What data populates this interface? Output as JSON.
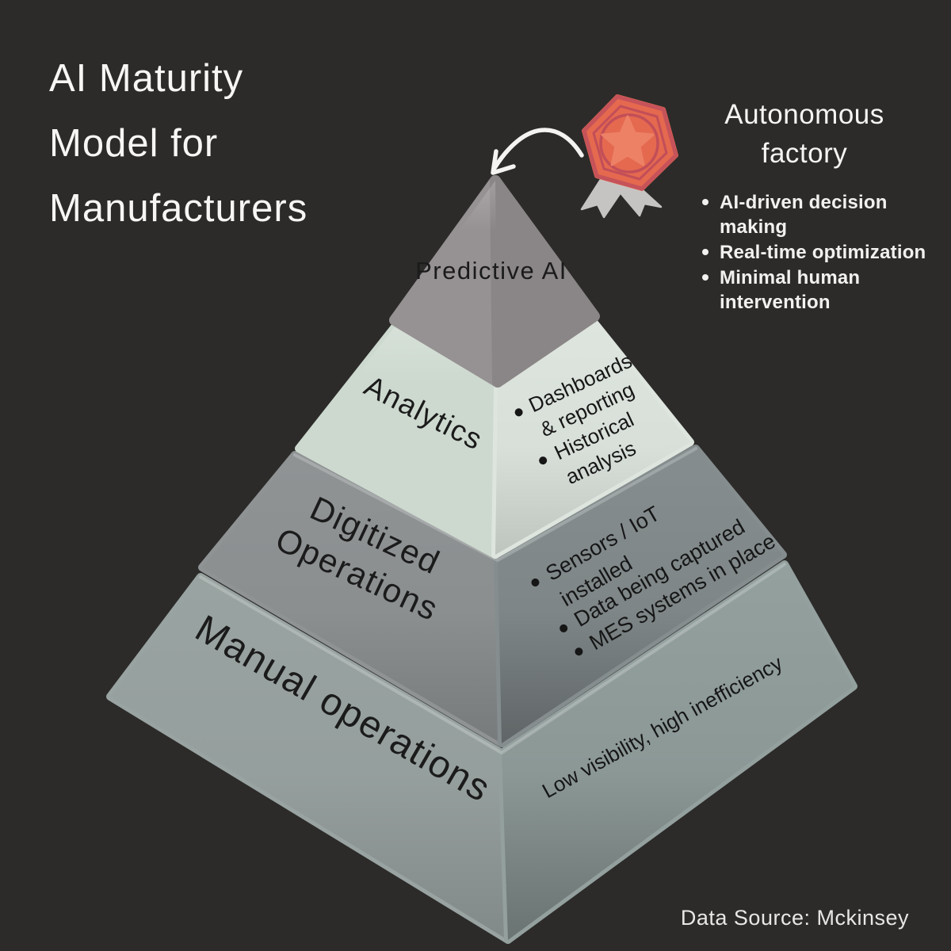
{
  "title": {
    "lines": [
      "AI Maturity",
      "Model for",
      "Manufacturers"
    ]
  },
  "callout": {
    "heading_lines": [
      "Autonomous",
      "factory"
    ],
    "bullets": [
      {
        "lines": [
          "AI-driven decision",
          "making"
        ]
      },
      {
        "lines": [
          "Real-time optimization"
        ]
      },
      {
        "lines": [
          "Minimal human",
          "intervention"
        ]
      }
    ]
  },
  "badge": {
    "name": "award-medal-icon",
    "body_color": "#e4694f",
    "plateau_color": "#ea7258",
    "edge_color": "#b9475a",
    "rim_color": "#c14f5c",
    "star_color": "#ed8166",
    "ribbon_color": "#c6c4c2",
    "ribbon_edge_color": "#858381",
    "arrow_color": "#f5f3f1"
  },
  "pyramid": {
    "text_color": "#1b1b1b",
    "layers": [
      {
        "name": "Predictive AI",
        "label_lines": [
          "Predictive AI"
        ],
        "left_color": "#969192",
        "right_color": "#8a8586",
        "bullets": [],
        "note": ""
      },
      {
        "name": "Analytics",
        "label_lines": [
          "Analytics"
        ],
        "left_color": "#cdd9cf",
        "right_color": "#dde5de",
        "bullets": [
          {
            "lines": [
              "Dashboards",
              "& reporting"
            ]
          },
          {
            "lines": [
              "Historical",
              "analysis"
            ]
          }
        ],
        "note": ""
      },
      {
        "name": "Digitized Operations",
        "label_lines": [
          "Digitized",
          "Operations"
        ],
        "left_color": "#8f9394",
        "right_color": "#858d8e",
        "bullets": [
          {
            "lines": [
              "Sensors / IoT",
              "installed"
            ]
          },
          {
            "lines": [
              "Data being captured"
            ]
          },
          {
            "lines": [
              "MES systems in place"
            ]
          }
        ],
        "note": ""
      },
      {
        "name": "Manual operations",
        "label_lines": [
          "Manual operations"
        ],
        "left_color": "#99a3a1",
        "right_color": "#93a09e",
        "bullets": [],
        "note": "Low visibility, high inefficiency"
      }
    ]
  },
  "footer": {
    "text": "Data Source: Mckinsey"
  }
}
